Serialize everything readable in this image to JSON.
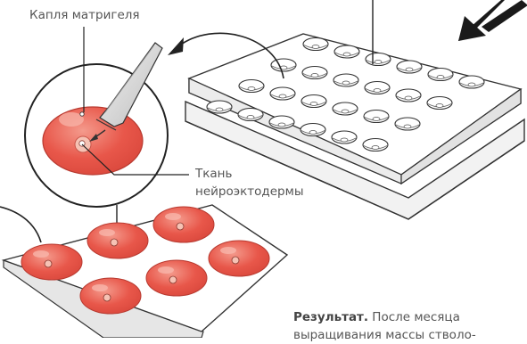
{
  "labels": {
    "matrigel_drop": "Капля матригеля",
    "tissue_line1": "Ткань",
    "tissue_line2": "нейроэктодермы"
  },
  "result": {
    "bold": "Результат.",
    "line1_rest": " После месяца",
    "line2": "выращивания массы стволо-"
  },
  "colors": {
    "drop_fill": "#e8574a",
    "drop_highlight": "#f3a193",
    "tissue_fill": "#f6c2b4",
    "outline": "#333333",
    "arrow": "#1a1a1a"
  }
}
